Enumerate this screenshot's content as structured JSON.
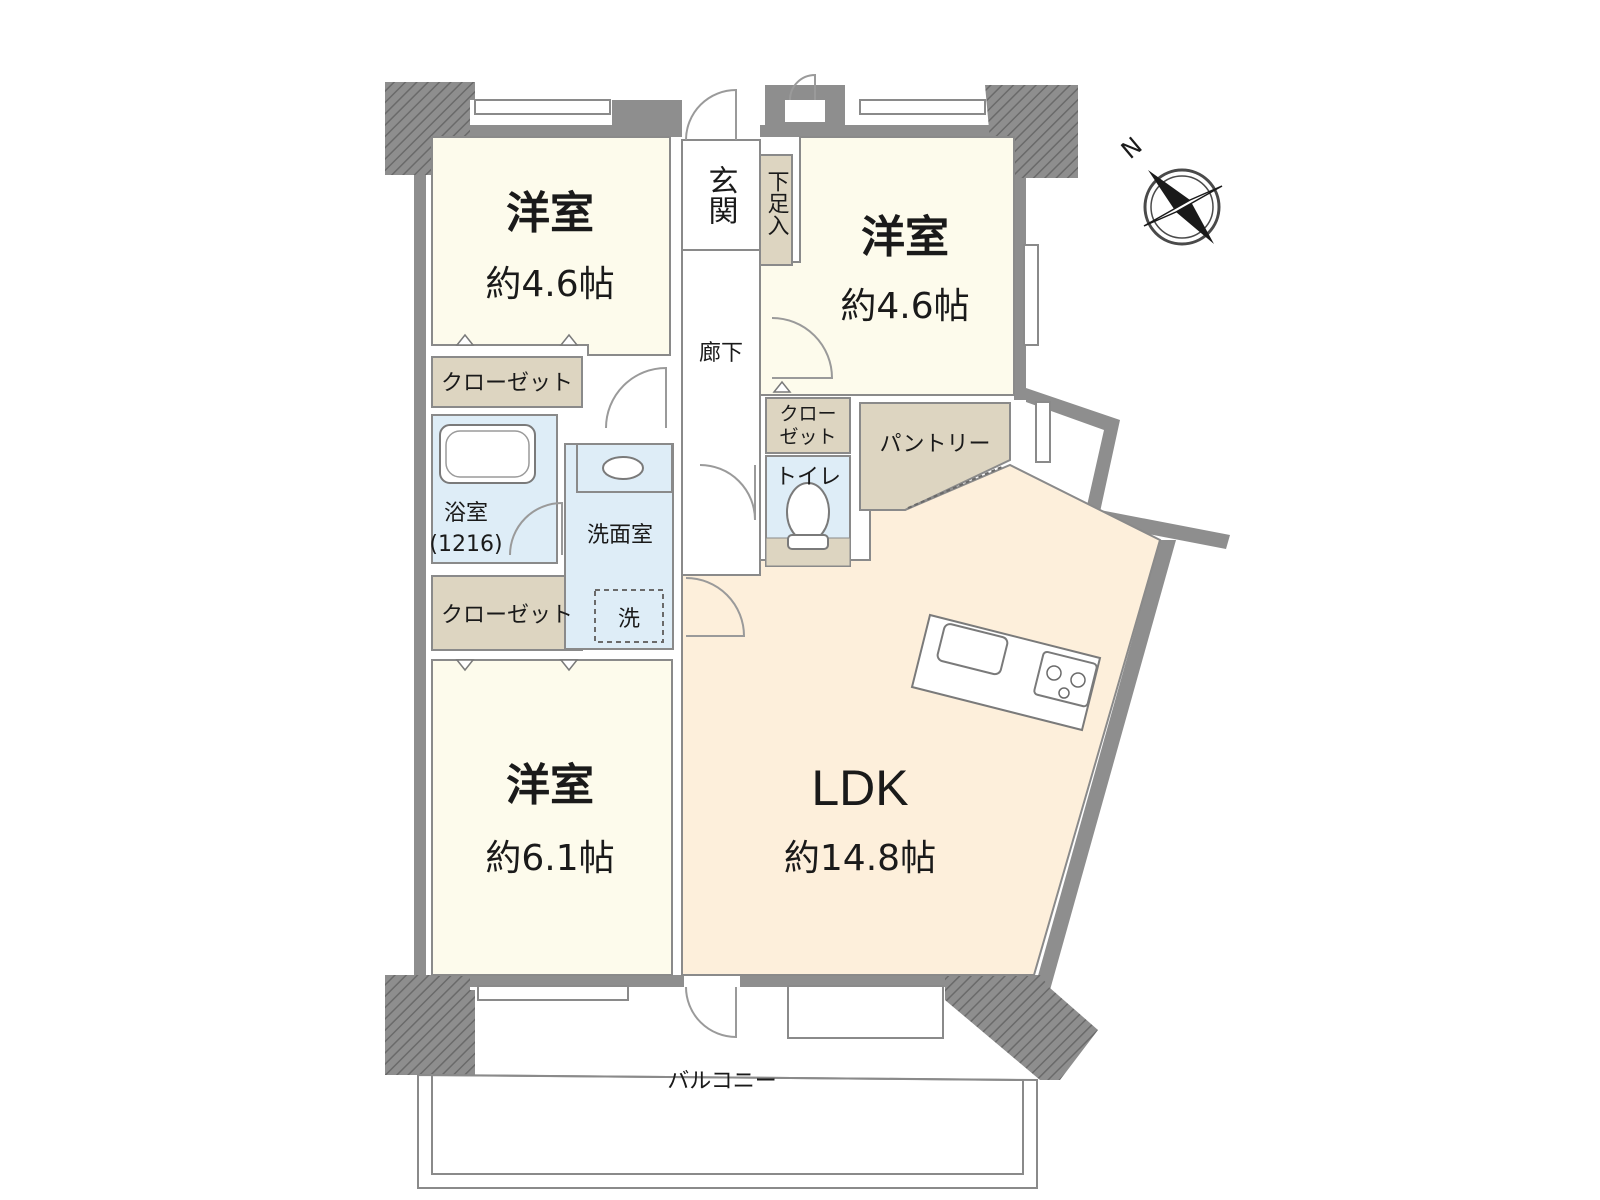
{
  "rooms": {
    "bedroom_nw": {
      "name": "洋室",
      "size": "約4.6帖"
    },
    "bedroom_ne": {
      "name": "洋室",
      "size": "約4.6帖"
    },
    "bedroom_sw": {
      "name": "洋室",
      "size": "約6.1帖"
    },
    "ldk": {
      "name": "LDK",
      "size": "約14.8帖"
    },
    "entrance": "玄関",
    "shoe_storage": "下足入",
    "hallway": "廊下",
    "closet_1": "クローゼット",
    "closet_2": "クローゼット",
    "closet_small": [
      "クロー",
      "ゼット"
    ],
    "pantry": "パントリー",
    "toilet": "トイレ",
    "bath": [
      "浴室",
      "(1216)"
    ],
    "washroom": "洗面室",
    "laundry": "洗",
    "balcony": "バルコニー"
  },
  "compass": {
    "north_label": "N"
  },
  "colors": {
    "bedroom": "#fdfbec",
    "ldk": "#fdefdb",
    "wet_area": "#deedf7",
    "storage": "#ddd5c1",
    "wall": "#8e8e8e"
  }
}
